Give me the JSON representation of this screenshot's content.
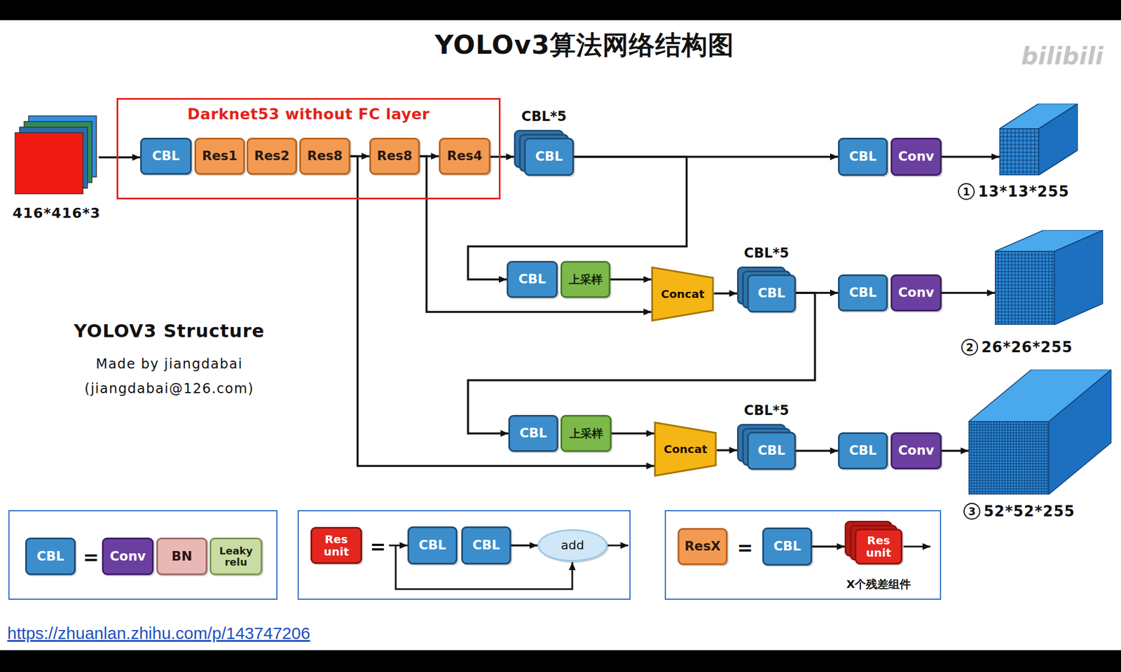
{
  "diagram": {
    "title": "YOLOv3算法网络结构图",
    "nodes": [
      {
        "text": [
          "416*416*3"
        ]
      },
      {
        "text": [
          "Darknet53 without FC layer"
        ]
      },
      {
        "text": [
          "CBL"
        ],
        "in": 1
      },
      {
        "text": [
          "Res1"
        ],
        "in": 1
      },
      {
        "text": [
          "Res2"
        ],
        "in": 1
      },
      {
        "text": [
          "Res8"
        ],
        "in": 1
      },
      {
        "text": [
          "Res8"
        ],
        "in": 1
      },
      {
        "text": [
          "Res4"
        ],
        "in": 1
      },
      {
        "text": [
          "CBL*5",
          "CBL"
        ]
      },
      {
        "text": [
          "CBL"
        ]
      },
      {
        "text": [
          "Conv"
        ]
      },
      {
        "text": [
          "1",
          "13*13*255"
        ]
      },
      {
        "text": [
          "CBL"
        ]
      },
      {
        "text": [
          "上采样"
        ]
      },
      {
        "text": [
          "Concat"
        ]
      },
      {
        "text": [
          "CBL*5",
          "CBL"
        ]
      },
      {
        "text": [
          "CBL"
        ]
      },
      {
        "text": [
          "Conv"
        ]
      },
      {
        "text": [
          "2",
          "26*26*255"
        ]
      },
      {
        "text": [
          "CBL"
        ]
      },
      {
        "text": [
          "上采样"
        ]
      },
      {
        "text": [
          "Concat"
        ]
      },
      {
        "text": [
          "CBL*5",
          "CBL"
        ]
      },
      {
        "text": [
          "CBL"
        ]
      },
      {
        "text": [
          "Conv"
        ]
      },
      {
        "text": [
          "3",
          "52*52*255"
        ]
      },
      {
        "text": [
          "="
        ]
      },
      {
        "text": [
          "CBL"
        ],
        "in": 26
      },
      {
        "text": [
          "Conv"
        ],
        "in": 26
      },
      {
        "text": [
          "BN"
        ],
        "in": 26
      },
      {
        "text": [
          "Leaky relu"
        ],
        "in": 26
      },
      {
        "text": [
          "="
        ]
      },
      {
        "text": [
          "Res unit"
        ],
        "in": 31
      },
      {
        "text": [
          "CBL"
        ],
        "in": 31
      },
      {
        "text": [
          "CBL"
        ],
        "in": 31
      },
      {
        "text": [
          "add"
        ],
        "in": 31
      },
      {
        "text": [
          "=",
          "X个残差组件"
        ]
      },
      {
        "text": [
          "ResX"
        ],
        "in": 36
      },
      {
        "text": [
          "CBL"
        ],
        "in": 36
      },
      {
        "text": [
          "Res unit"
        ],
        "in": 36
      }
    ],
    "edges": [
      {
        "from": 0,
        "to": 2,
        "arrow": "to"
      },
      {
        "from": 5,
        "to": 6,
        "arrow": "to"
      },
      {
        "from": 6,
        "to": 7,
        "arrow": "to"
      },
      {
        "from": 7,
        "to": 8,
        "arrow": "to"
      },
      {
        "from": 8,
        "to": 9,
        "arrow": "to"
      },
      {
        "from": 10,
        "to": 11,
        "arrow": "to"
      },
      {
        "from": 8,
        "to": 12,
        "arrow": "to"
      },
      {
        "from": 13,
        "to": 14,
        "arrow": "to"
      },
      {
        "from": 6,
        "to": 14,
        "arrow": "to"
      },
      {
        "from": 14,
        "to": 15,
        "arrow": "to"
      },
      {
        "from": 15,
        "to": 16,
        "arrow": "to"
      },
      {
        "from": 17,
        "to": 18,
        "arrow": "to"
      },
      {
        "from": 15,
        "to": 19,
        "arrow": "to"
      },
      {
        "from": 20,
        "to": 21,
        "arrow": "to"
      },
      {
        "from": 5,
        "to": 21,
        "arrow": "to"
      },
      {
        "from": 21,
        "to": 22,
        "arrow": "to"
      },
      {
        "from": 22,
        "to": 23,
        "arrow": "to"
      },
      {
        "from": 24,
        "to": 25,
        "arrow": "to"
      },
      {
        "from": 34,
        "to": 35,
        "arrow": "to"
      },
      {
        "from": 38,
        "to": 39,
        "arrow": "to"
      }
    ],
    "labels": [
      "YOLOV3 Structure",
      "Made by jiangdabai",
      "(jiangdabai@126.com)",
      "https://zhuanlan.zhihu.com/p/143747206",
      "bilibili"
    ]
  }
}
